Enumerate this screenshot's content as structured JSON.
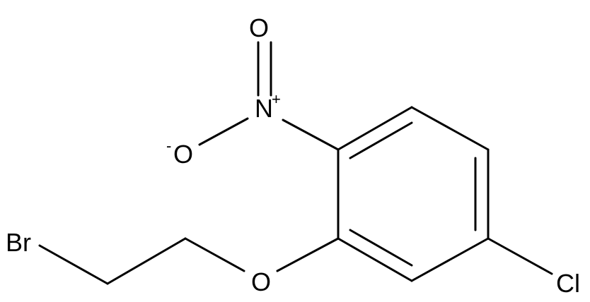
{
  "molecule": {
    "atoms": {
      "br": "Br",
      "o_ether": "O",
      "n_nitro": "N",
      "n_charge": "+",
      "o_nitro_top": "O",
      "o_nitro_left": "O",
      "o_nitro_left_charge": "-",
      "cl": "Cl"
    }
  }
}
